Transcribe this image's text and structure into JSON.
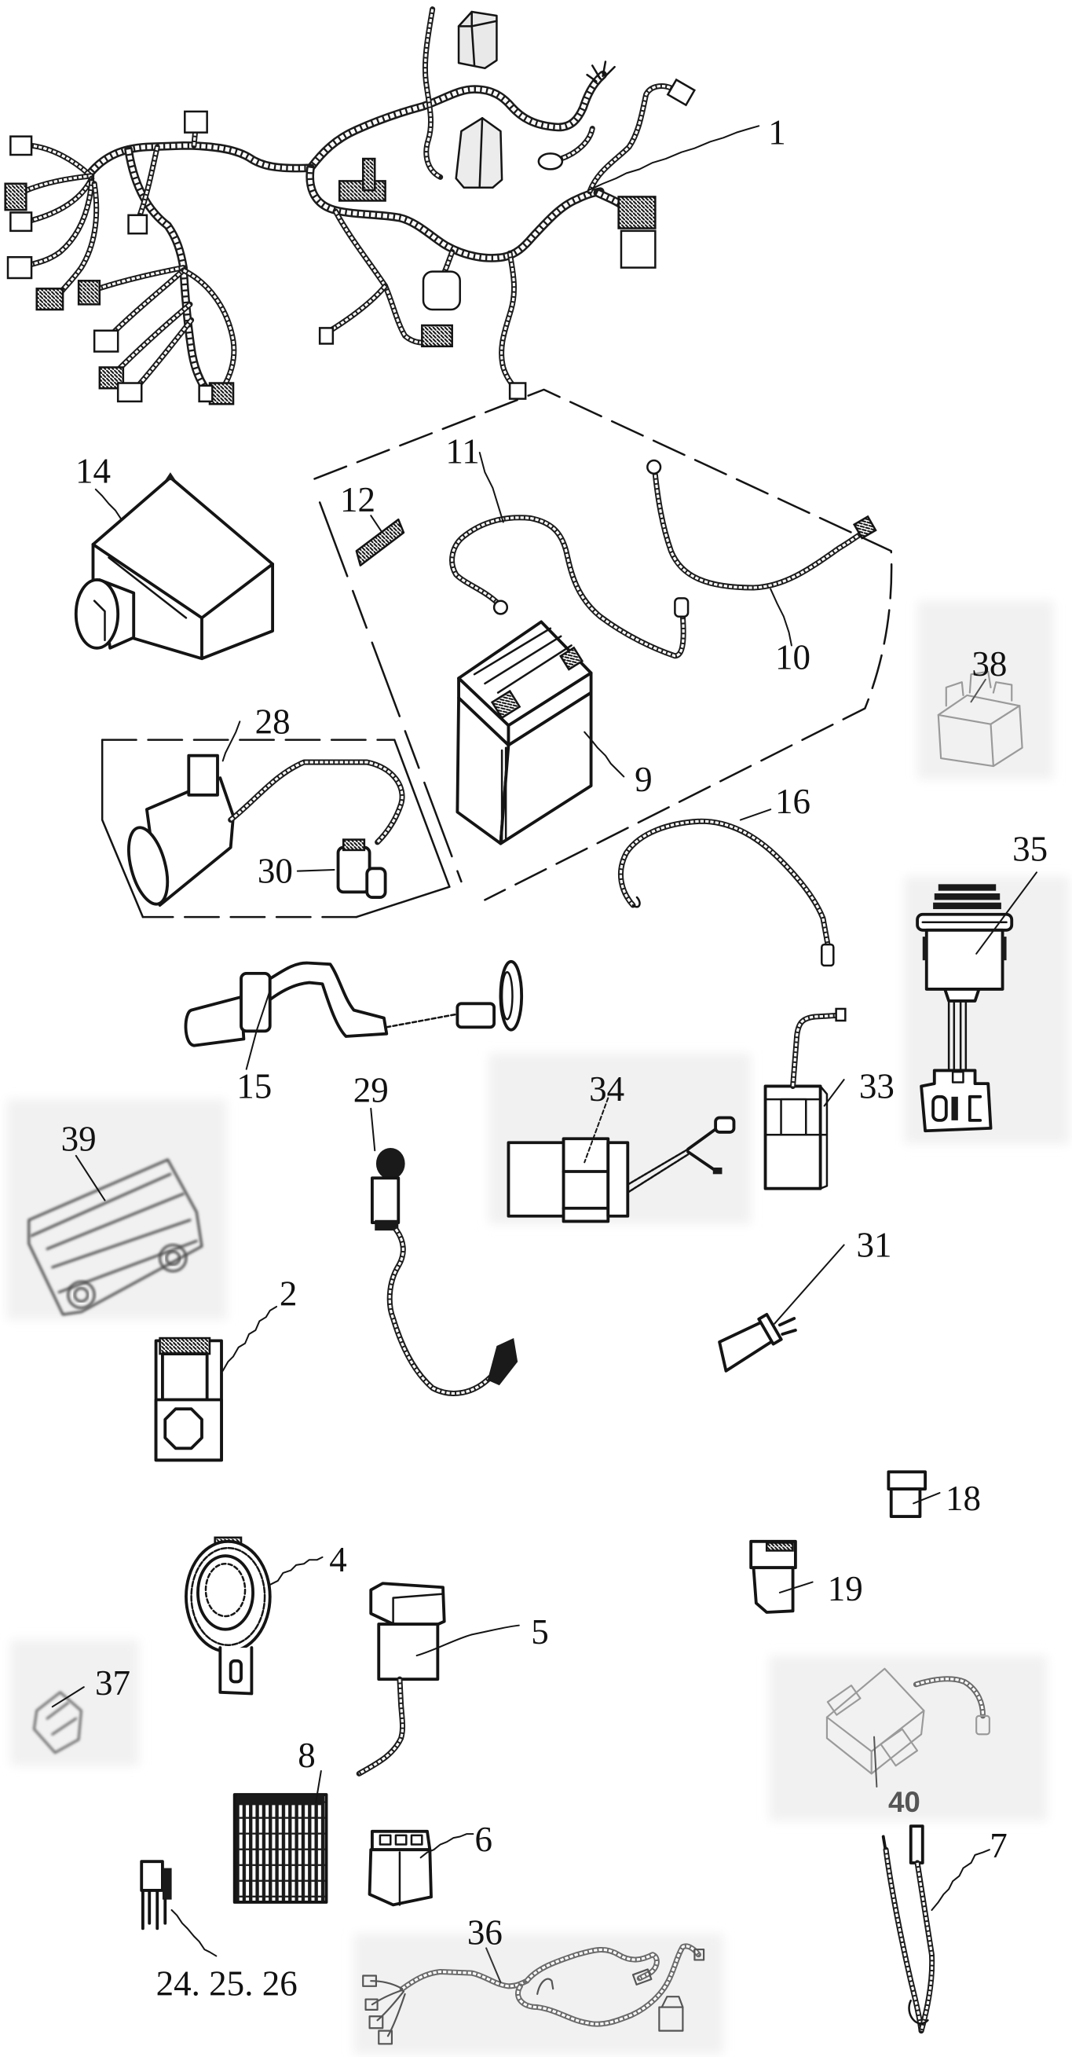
{
  "diagram": {
    "kind": "exploded electrical parts diagram",
    "callouts": {
      "p1": "1",
      "p2": "2",
      "p4": "4",
      "p5": "5",
      "p6": "6",
      "p7": "7",
      "p8": "8",
      "p9": "9",
      "p10": "10",
      "p11": "11",
      "p12": "12",
      "p14": "14",
      "p15": "15",
      "p16": "16",
      "p18": "18",
      "p19": "19",
      "p24_25_26": "24. 25. 26",
      "p28": "28",
      "p29": "29",
      "p30": "30",
      "p31": "31",
      "p33": "33",
      "p34": "34",
      "p35": "35",
      "p36": "36",
      "p37": "37",
      "p38": "38",
      "p39": "39",
      "p40": "40"
    },
    "colors": {
      "line": "#141414",
      "inset_background": "#f1f1f1",
      "faded_part": "#9a9a9a",
      "faded_label": "#555555"
    }
  }
}
